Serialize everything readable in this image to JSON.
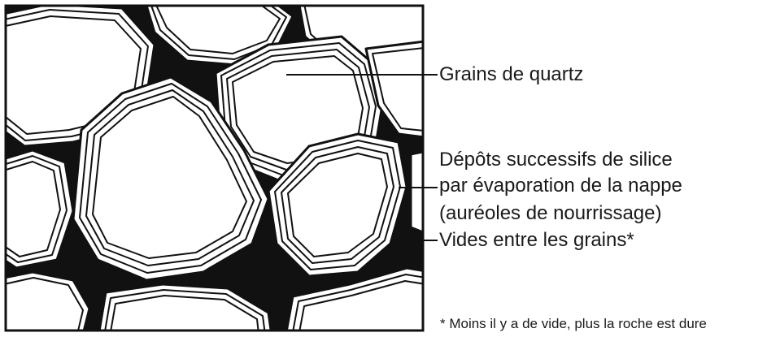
{
  "labels": {
    "quartz": "Grains de quartz",
    "silica_line1": "Dépôts successifs de silice",
    "silica_line2": "par évaporation de la nappe",
    "silica_line3": "(auréoles de nourrissage)",
    "voids": "Vides entre les grains*"
  },
  "footnote": "* Moins il y a de vide, plus la roche est dure",
  "colors": {
    "ink": "#111111",
    "paper": "#ffffff"
  }
}
